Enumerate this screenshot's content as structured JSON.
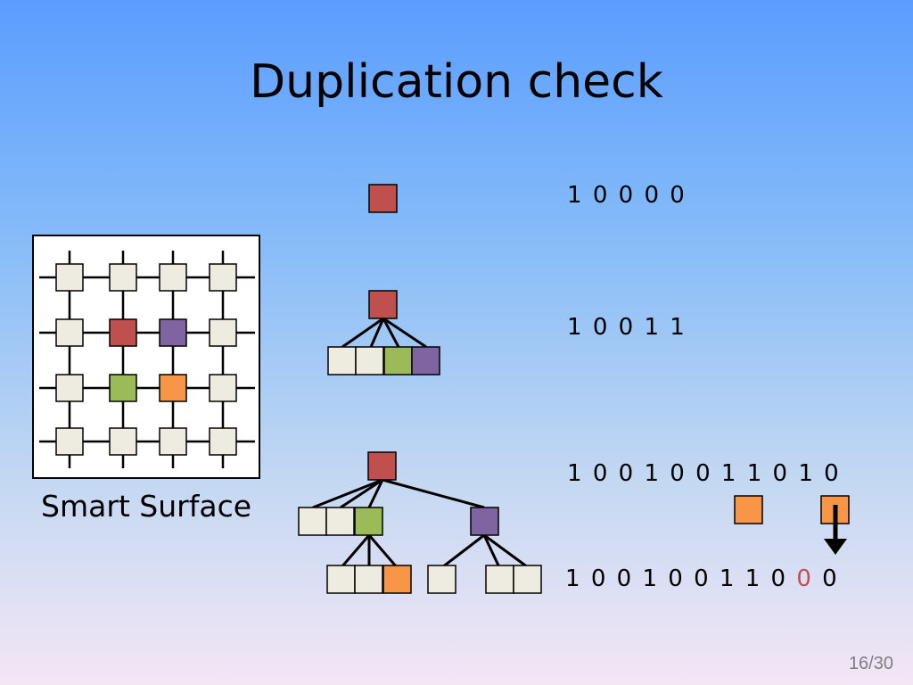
{
  "slide": {
    "title": "Duplication check",
    "panel_label": "Smart Surface",
    "page_number": "16/30"
  },
  "bit_rows": [
    {
      "bits": [
        "1",
        "0",
        "0",
        "0",
        "0"
      ]
    },
    {
      "bits": [
        "1",
        "0",
        "0",
        "1",
        "1"
      ]
    },
    {
      "bits": [
        "1",
        "0",
        "0",
        "1",
        "0",
        "0",
        "1",
        "1",
        "0",
        "1",
        "0"
      ]
    },
    {
      "bits": [
        "1",
        "0",
        "0",
        "1",
        "0",
        "0",
        "1",
        "1",
        "0",
        "0",
        "0"
      ],
      "highlight_index": 9
    }
  ],
  "colors": {
    "red": "#c0504d",
    "purple": "#8064a2",
    "green": "#9bbb59",
    "orange": "#f79646",
    "empty": "#eeece1"
  },
  "surface_grid": {
    "rows": [
      [
        "empty",
        "empty",
        "empty",
        "empty"
      ],
      [
        "empty",
        "red",
        "purple",
        "empty"
      ],
      [
        "empty",
        "green",
        "orange",
        "empty"
      ],
      [
        "empty",
        "empty",
        "empty",
        "empty"
      ]
    ]
  }
}
